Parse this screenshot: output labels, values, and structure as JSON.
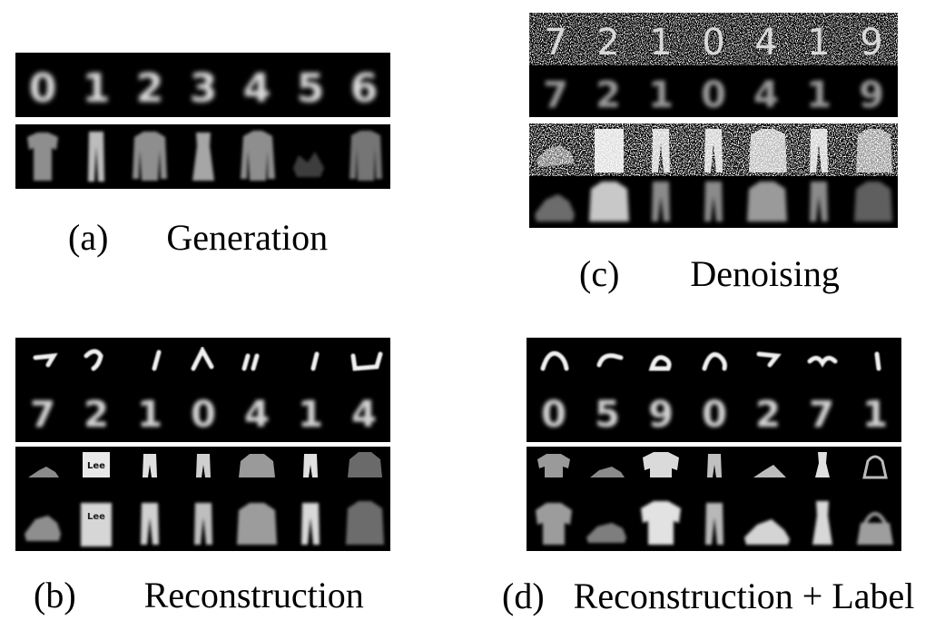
{
  "figure": {
    "panels": [
      {
        "id": "a",
        "letter": "(a)",
        "name": "Generation"
      },
      {
        "id": "b",
        "letter": "(b)",
        "name": "Reconstruction"
      },
      {
        "id": "c",
        "letter": "(c)",
        "name": "Denoising"
      },
      {
        "id": "d",
        "letter": "(d)",
        "name": "Reconstruction + Label"
      }
    ],
    "image_rows": {
      "a_digits": [
        "0",
        "1",
        "2",
        "3",
        "4",
        "5",
        "6"
      ],
      "b_digits": [
        "7",
        "2",
        "1",
        "0",
        "4",
        "1",
        "4"
      ],
      "c_digits": [
        "7",
        "2",
        "1",
        "0",
        "4",
        "1",
        "9"
      ],
      "d_digits": [
        "0",
        "5",
        "9",
        "0",
        "2",
        "7",
        "1"
      ],
      "a_fashion": [
        "tshirt",
        "trousers",
        "pullover",
        "dress",
        "coat",
        "sandal",
        "shirt"
      ],
      "b_fashion": [
        "sneaker",
        "pullover",
        "trousers",
        "trousers",
        "shirt",
        "trousers",
        "coat"
      ],
      "c_fashion": [
        "sneaker",
        "pullover",
        "trousers",
        "trousers",
        "shirt",
        "trousers",
        "coat"
      ],
      "d_fashion": [
        "tshirt",
        "sneaker",
        "tshirt",
        "trousers",
        "sneaker",
        "dress",
        "bag"
      ]
    },
    "print_text": {
      "b_item": "Lee"
    }
  }
}
